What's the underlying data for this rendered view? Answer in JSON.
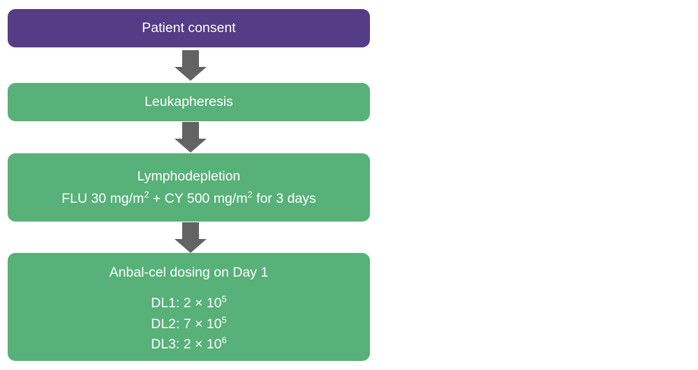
{
  "figure": {
    "type": "clinical-trial-flowchart",
    "background_color": "#ffffff",
    "colors": {
      "consent_box": "#543C86",
      "process_box": "#57B178",
      "arrow": "#636363",
      "text": "#ffffff"
    }
  },
  "nodes": [
    {
      "id": "patient-consent",
      "label": "Patient consent",
      "color": "#543C86"
    },
    {
      "id": "leukapheresis",
      "label": "Leukapheresis",
      "color": "#57B178"
    },
    {
      "id": "lymphodepletion",
      "title": "Lymphodepletion",
      "detail_prefix": "FLU 30 mg/m",
      "detail_sup_1": "2",
      "detail_middle": " + CY 500 mg/m",
      "detail_sup_2": "2",
      "detail_suffix": " for  3 days",
      "color": "#57B178"
    },
    {
      "id": "anbal-cel-dosing",
      "title": "Anbal-cel dosing on Day 1",
      "color": "#57B178",
      "dose_levels": [
        {
          "label": "DL1: 2 × 10",
          "exponent": "5"
        },
        {
          "label": "DL2: 7 × 10",
          "exponent": "5"
        },
        {
          "label": "DL3: 2 × 10",
          "exponent": "6"
        }
      ]
    }
  ],
  "connectors": [
    {
      "id": "arrow-consent-to-leukapheresis",
      "icon": "arrow-down-icon"
    },
    {
      "id": "arrow-leukapheresis-to-lymphodepletion",
      "icon": "arrow-down-icon"
    },
    {
      "id": "arrow-lymphodepletion-to-dosing",
      "icon": "arrow-down-icon"
    }
  ]
}
